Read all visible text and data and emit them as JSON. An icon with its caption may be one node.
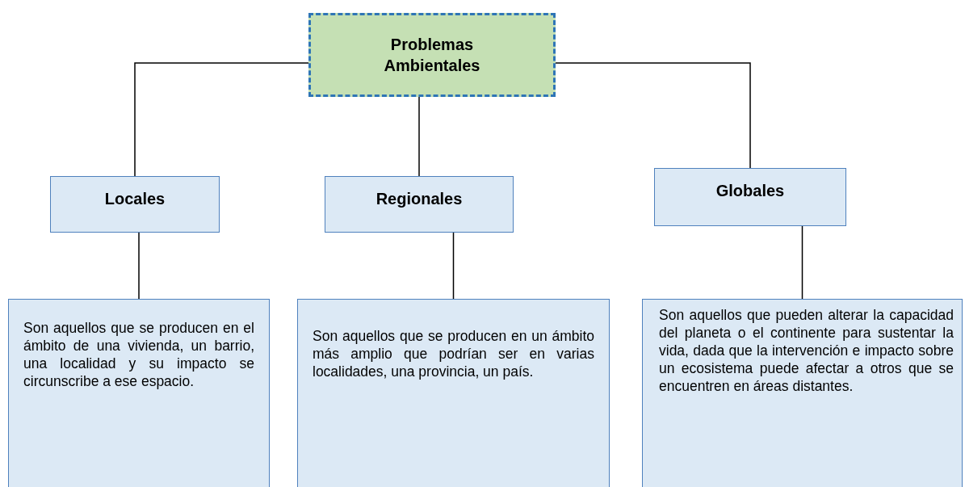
{
  "diagram": {
    "nodes": [
      {
        "text": [
          "Problemas Ambientales"
        ]
      },
      {
        "text": [
          "Locales"
        ]
      },
      {
        "text": [
          "Regionales"
        ]
      },
      {
        "text": [
          "Globales"
        ]
      },
      {
        "text": [
          "Son aquellos que se producen en el ámbito de una vivienda, un barrio, una localidad y su impacto se circunscribe a ese espacio."
        ]
      },
      {
        "text": [
          "Son aquellos que se producen en un ámbito más amplio que podrían ser en varias localidades, una provincia, un país."
        ]
      },
      {
        "text": [
          "Son aquellos que pueden alterar la capacidad del planeta o el continente para sustentar la vida, dada que la intervención e impacto sobre un ecosistema puede afectar a otros que se encuentren en áreas distantes."
        ]
      }
    ],
    "edges": [
      {
        "from": 0,
        "to": 1,
        "arrow": "none"
      },
      {
        "from": 0,
        "to": 2,
        "arrow": "none"
      },
      {
        "from": 0,
        "to": 3,
        "arrow": "none"
      },
      {
        "from": 1,
        "to": 4,
        "arrow": "none"
      },
      {
        "from": 2,
        "to": 5,
        "arrow": "none"
      },
      {
        "from": 3,
        "to": 6,
        "arrow": "none"
      }
    ]
  }
}
